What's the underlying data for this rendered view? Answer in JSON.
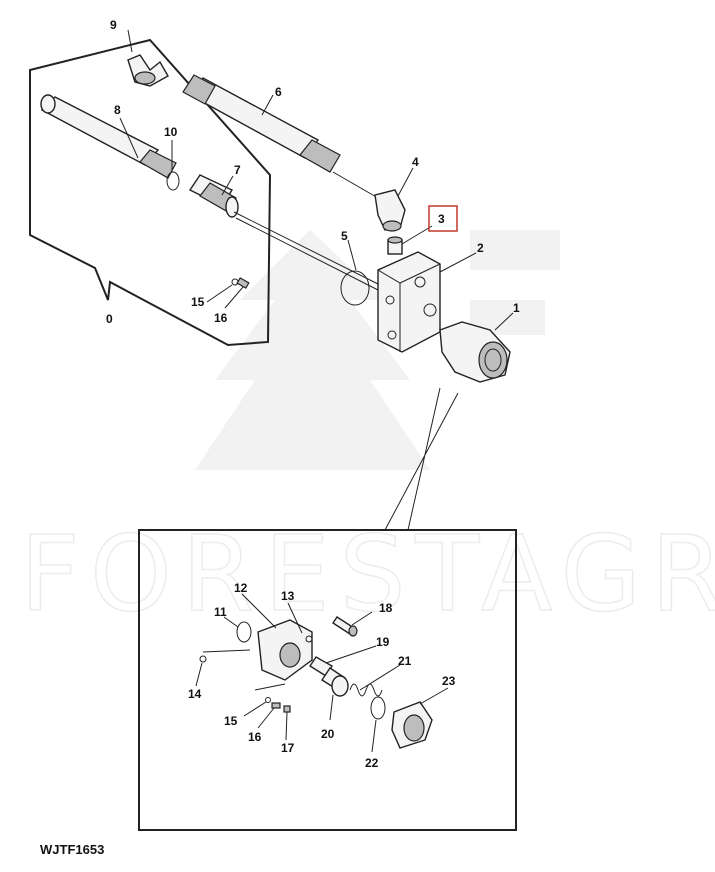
{
  "watermark": "FORESTAGRI",
  "figure_code": "WJTF1653",
  "highlighted_callout": "3",
  "colors": {
    "highlight": "#c0392b",
    "line": "#222222",
    "watermark": "#ececec"
  },
  "callouts": {
    "c0": "0",
    "c1": "1",
    "c2": "2",
    "c3": "3",
    "c4": "4",
    "c5": "5",
    "c6": "6",
    "c7": "7",
    "c8": "8",
    "c9": "9",
    "c10": "10",
    "c11": "11",
    "c12": "12",
    "c13": "13",
    "c14": "14",
    "c15a": "15",
    "c15b": "15",
    "c16a": "16",
    "c16b": "16",
    "c17": "17",
    "c18": "18",
    "c19": "19",
    "c20": "20",
    "c21": "21",
    "c22": "22",
    "c23": "23"
  }
}
